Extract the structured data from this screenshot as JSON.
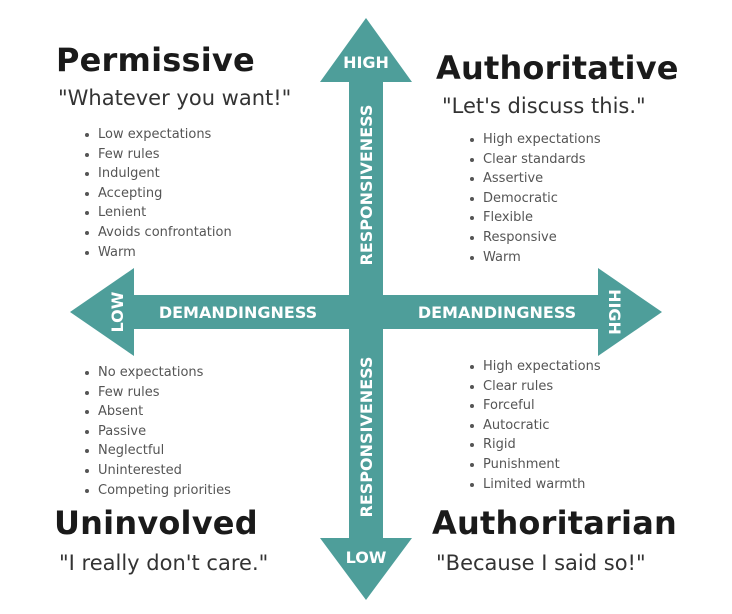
{
  "colors": {
    "arrow": "#4E9E9A",
    "text": "#ffffff"
  },
  "axes": {
    "horizontal": {
      "name": "DEMANDINGNESS",
      "low": "LOW",
      "high": "HIGH"
    },
    "vertical": {
      "name": "RESPONSIVENESS",
      "low": "LOW",
      "high": "HIGH"
    }
  },
  "quadrants": {
    "permissive": {
      "title": "Permissive",
      "quote": "\"Whatever you want!\"",
      "traits": [
        "Low expectations",
        "Few rules",
        "Indulgent",
        "Accepting",
        "Lenient",
        "Avoids confrontation",
        "Warm"
      ]
    },
    "authoritative": {
      "title": "Authoritative",
      "quote": "\"Let's discuss this.\"",
      "traits": [
        "High expectations",
        "Clear standards",
        "Assertive",
        "Democratic",
        "Flexible",
        "Responsive",
        "Warm"
      ]
    },
    "uninvolved": {
      "title": "Uninvolved",
      "quote": "\"I really don't care.\"",
      "traits": [
        "No expectations",
        "Few rules",
        "Absent",
        "Passive",
        "Neglectful",
        "Uninterested",
        "Competing priorities"
      ]
    },
    "authoritarian": {
      "title": "Authoritarian",
      "quote": "\"Because I said so!\"",
      "traits": [
        "High expectations",
        "Clear rules",
        "Forceful",
        "Autocratic",
        "Rigid",
        "Punishment",
        "Limited warmth"
      ]
    }
  }
}
